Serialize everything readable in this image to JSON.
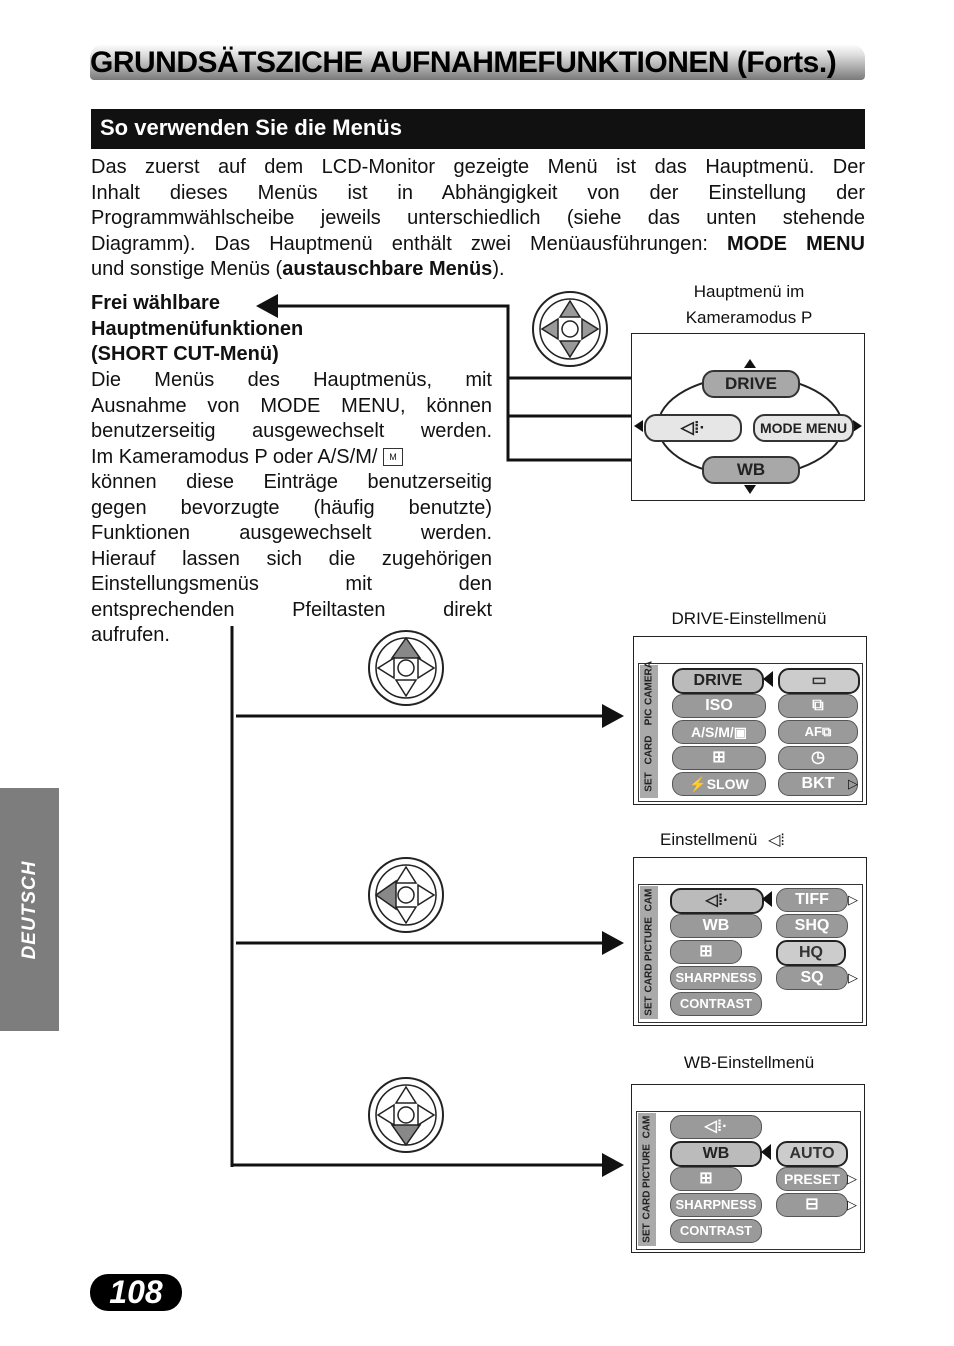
{
  "header": {
    "title": "GRUNDSÄTSZICHE AUFNAHMEFUNKTIONEN (Forts.)"
  },
  "section": {
    "title": "So verwenden Sie die Menüs"
  },
  "intro": {
    "line1": "Das zuerst auf dem LCD-Monitor gezeigte Menü ist das Hauptmenü. Der",
    "line2": "Inhalt dieses Menüs ist in Abhängigkeit von der Einstellung der",
    "line3": "Programmwählscheibe jeweils unterschiedlich (siehe das unten stehende",
    "line4a": "Diagramm). Das Hauptmenü enthält zwei Menüausführungen: ",
    "line4b": "MODE MENU",
    "line5a": "und sonstige Menüs (",
    "line5b": "austauschbare Menüs",
    "line5c": ")."
  },
  "shortcut": {
    "heading1": "Frei wählbare",
    "heading2": "Hauptmenüfunktionen",
    "heading3": "(SHORT CUT-Menü)",
    "body1": "Die Menüs des Hauptmenüs, mit",
    "body2": "Ausnahme von MODE MENU, können",
    "body3": "benutzerseitig ausgewechselt werden.",
    "body4": "Im Kameramodus P oder A/S/M/",
    "body5": "können diese Einträge benutzerseitig",
    "body6": "gegen bevorzugte (häufig benutzte)",
    "body7": "Funktionen ausgewechselt werden.",
    "body8": "Hierauf lassen sich die zugehörigen",
    "body9": "Einstellungsmenüs mit den",
    "body10": "entsprechenden Pfeiltasten direkt",
    "body11": "aufrufen."
  },
  "labels": {
    "main_menu_1": "Hauptmenü im",
    "main_menu_2": "Kameramodus P",
    "drive_menu": "DRIVE-Einstellmenü",
    "quality_menu": "Einstellmenü",
    "wb_menu": "WB-Einstellmenü"
  },
  "main_menu_screen": {
    "top": "DRIVE",
    "right": "MODE MENU",
    "bottom": "WB"
  },
  "drive_screen": {
    "tabs": [
      "CAMERA",
      "PIC",
      "CARD",
      "SET"
    ],
    "left_items": [
      "DRIVE",
      "ISO",
      "A/S/M/",
      "",
      "SLOW"
    ],
    "right_items": [
      "",
      "",
      "AF",
      "",
      "BKT"
    ]
  },
  "quality_screen": {
    "tabs": [
      "CAM",
      "PICTURE",
      "CARD",
      "SET"
    ],
    "left_items": [
      "",
      "WB",
      "",
      "SHARPNESS",
      "CONTRAST"
    ],
    "right_items": [
      "TIFF",
      "SHQ",
      "HQ",
      "SQ"
    ]
  },
  "wb_screen": {
    "tabs": [
      "CAM",
      "PICTURE",
      "CARD",
      "SET"
    ],
    "left_items": [
      "",
      "WB",
      "",
      "SHARPNESS",
      "CONTRAST"
    ],
    "right_items": [
      "AUTO",
      "PRESET",
      ""
    ]
  },
  "sidebar": {
    "language": "DEUTSCH"
  },
  "footer": {
    "page_number": "108"
  }
}
